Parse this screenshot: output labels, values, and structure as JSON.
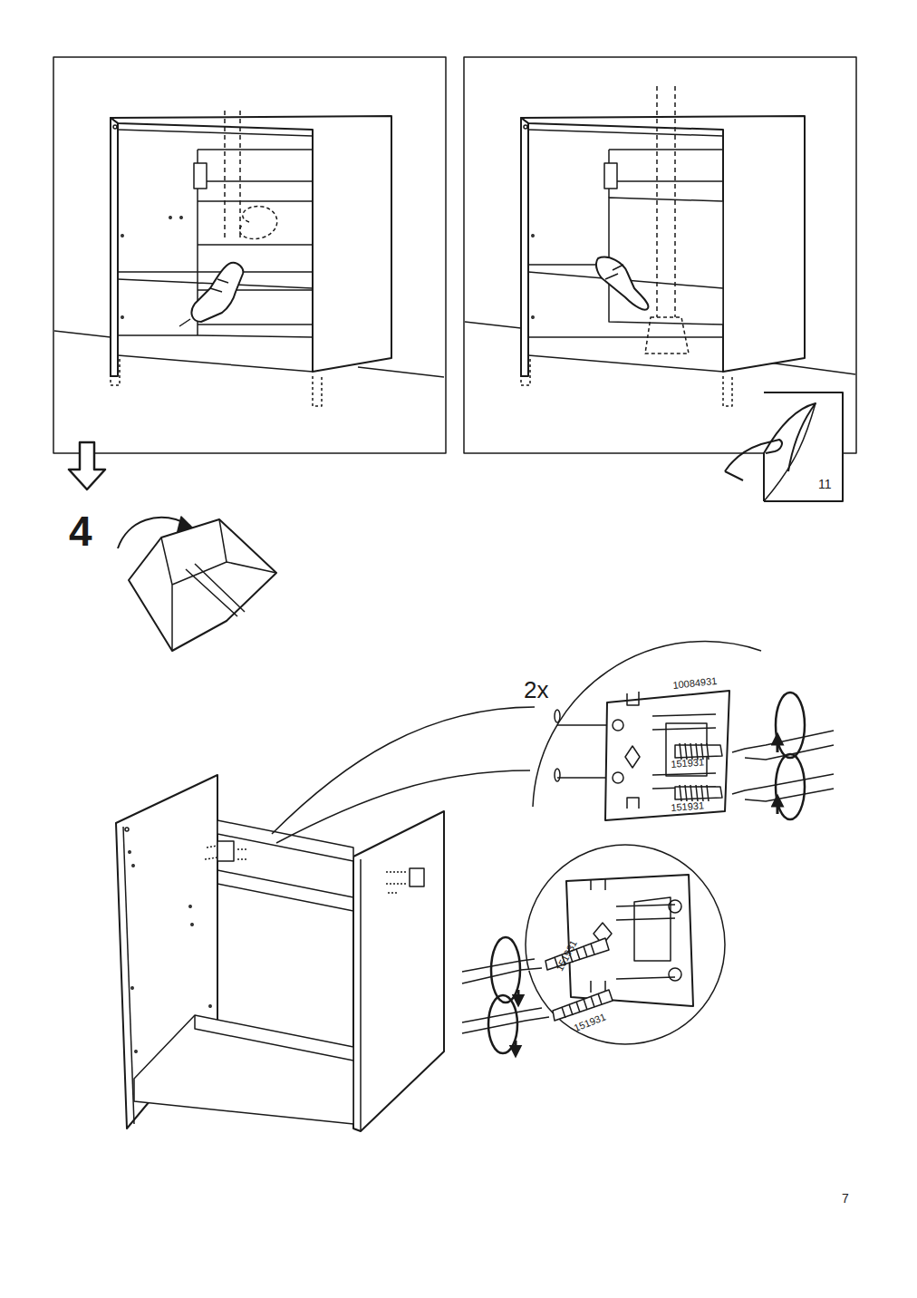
{
  "diagram": {
    "labels": [
      "11",
      "4",
      "2x",
      "10084931",
      "151931",
      "151931",
      "151931",
      "151931",
      "7"
    ]
  }
}
